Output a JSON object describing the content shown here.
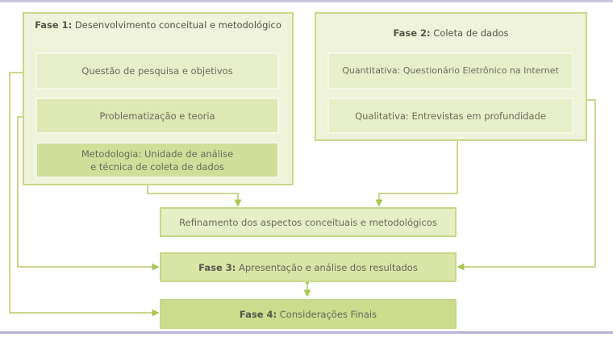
{
  "fase1": {
    "title_bold": "Fase 1:",
    "title_rest": " Desenvolvimento conceitual e metodológico",
    "items": [
      "Questão de pesquisa e objetivos",
      "Problematização e teoria",
      "Metodologia: Unidade de análise e técnica de coleta de dados"
    ]
  },
  "fase2": {
    "title_bold": "Fase 2:",
    "title_rest": " Coleta de dados",
    "items": [
      "Quantitativa: Questionário Eletrônico na Internet",
      "Qualitativa: Entrevistas em profundidade"
    ]
  },
  "refinamento": "Refinamento dos aspectos conceituais e metodológicos",
  "fase3": {
    "title_bold": "Fase 3:",
    "title_rest": " Apresentação e análise dos resultados"
  },
  "fase4": {
    "title_bold": "Fase 4:",
    "title_rest": " Considerações Finais"
  },
  "colors": {
    "line": "#a9c452",
    "frame": "#b7b3d8"
  }
}
